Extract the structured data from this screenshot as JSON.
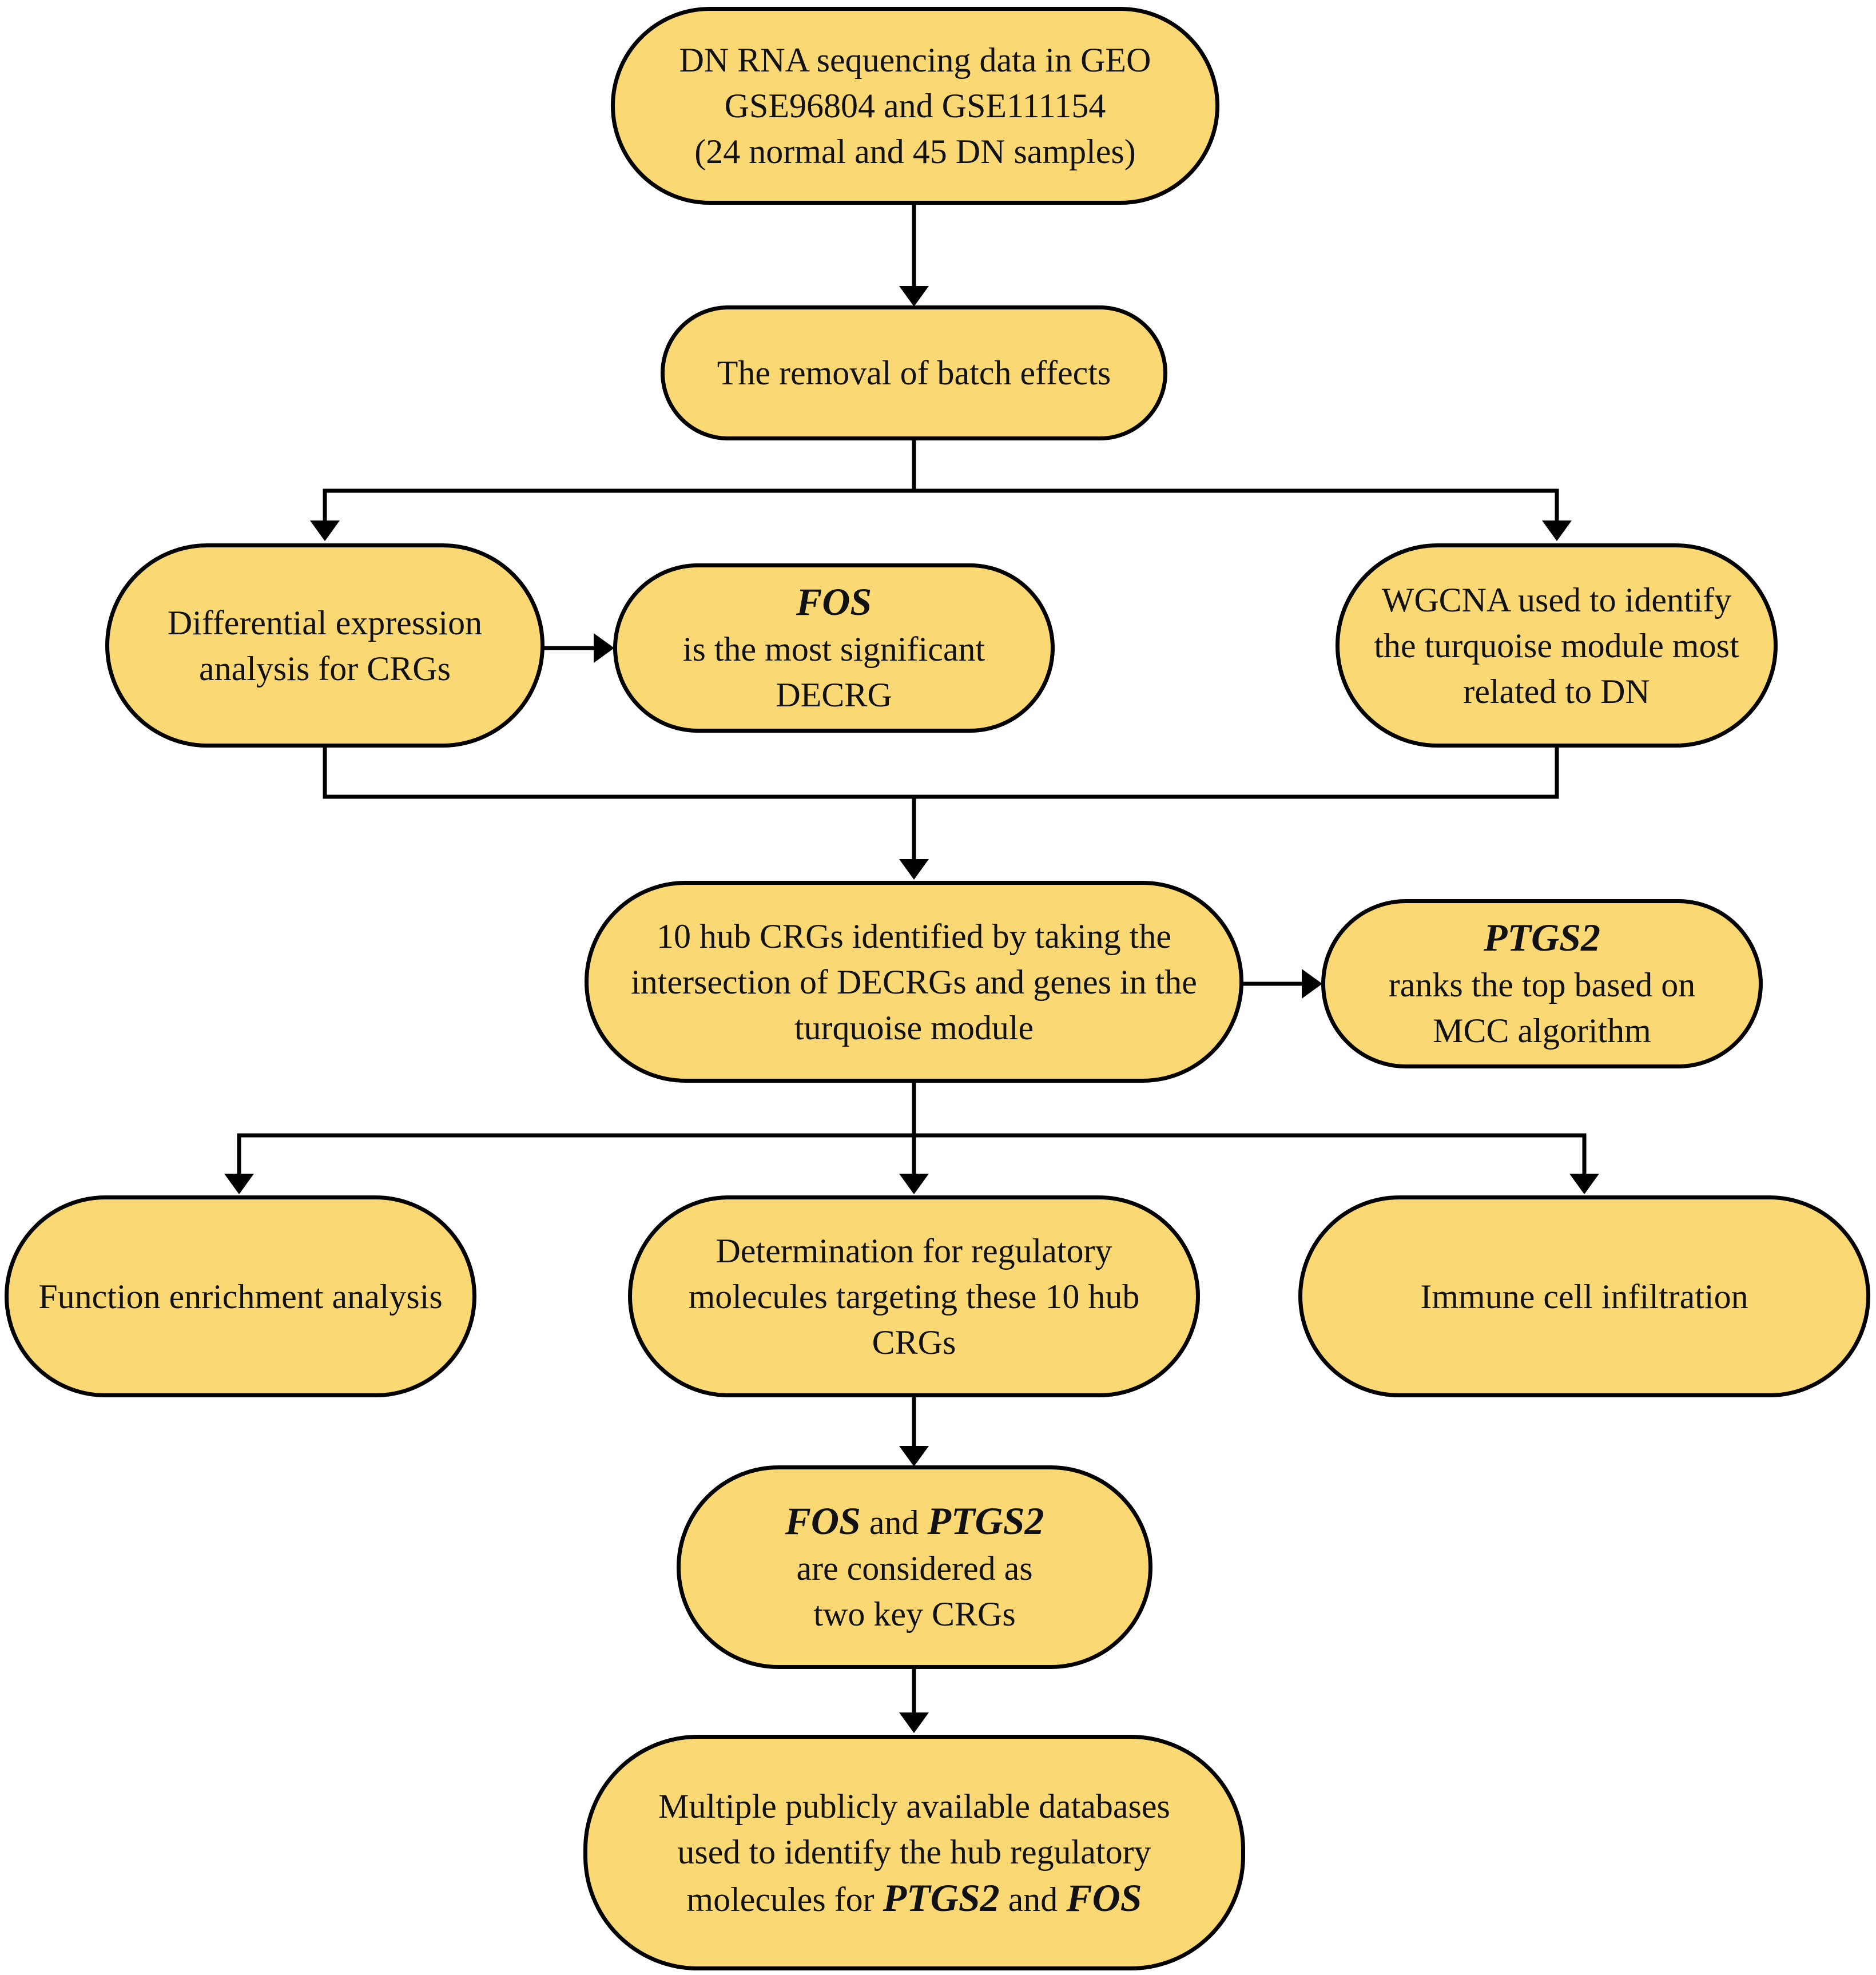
{
  "colors": {
    "node_fill": "#FAD874",
    "stroke": "#000000",
    "text": "#111111"
  },
  "nodes": {
    "source_data": {
      "line1": "DN RNA sequencing data in GEO",
      "line2": "GSE96804 and GSE111154",
      "line3": "(24 normal and 45 DN samples)"
    },
    "batch_removal": {
      "line1": "The removal of batch effects"
    },
    "diff_expression": {
      "line1": "Differential expression",
      "line2": "analysis for CRGs"
    },
    "fos_significant": {
      "gene": "FOS",
      "line2": "is the most significant",
      "line3": "DECRG"
    },
    "wgcna": {
      "line1": "WGCNA used to identify",
      "line2": "the turquoise module most",
      "line3": "related to DN"
    },
    "hub_crgs": {
      "line1": "10 hub CRGs identified by taking the",
      "line2": "intersection of DECRGs and genes in the",
      "line3": "turquoise module"
    },
    "ptgs2_rank": {
      "gene": "PTGS2",
      "line2": "ranks the top based on",
      "line3": "MCC algorithm"
    },
    "function_enrichment": {
      "line1": "Function enrichment analysis"
    },
    "regulatory_molecules": {
      "line1": "Determination for regulatory",
      "line2": "molecules targeting these 10 hub",
      "line3": "CRGs"
    },
    "immune_infiltration": {
      "line1": "Immune cell infiltration"
    },
    "key_crgs": {
      "gene1": "FOS",
      "conj": " and ",
      "gene2": "PTGS2",
      "line2": "are considered as",
      "line3": "two key CRGs"
    },
    "databases": {
      "line1": "Multiple publicly available databases",
      "line2": "used to identify the hub regulatory",
      "line3_prefix": "molecules for ",
      "gene1": "PTGS2",
      "conj": " and ",
      "gene2": "FOS"
    }
  }
}
